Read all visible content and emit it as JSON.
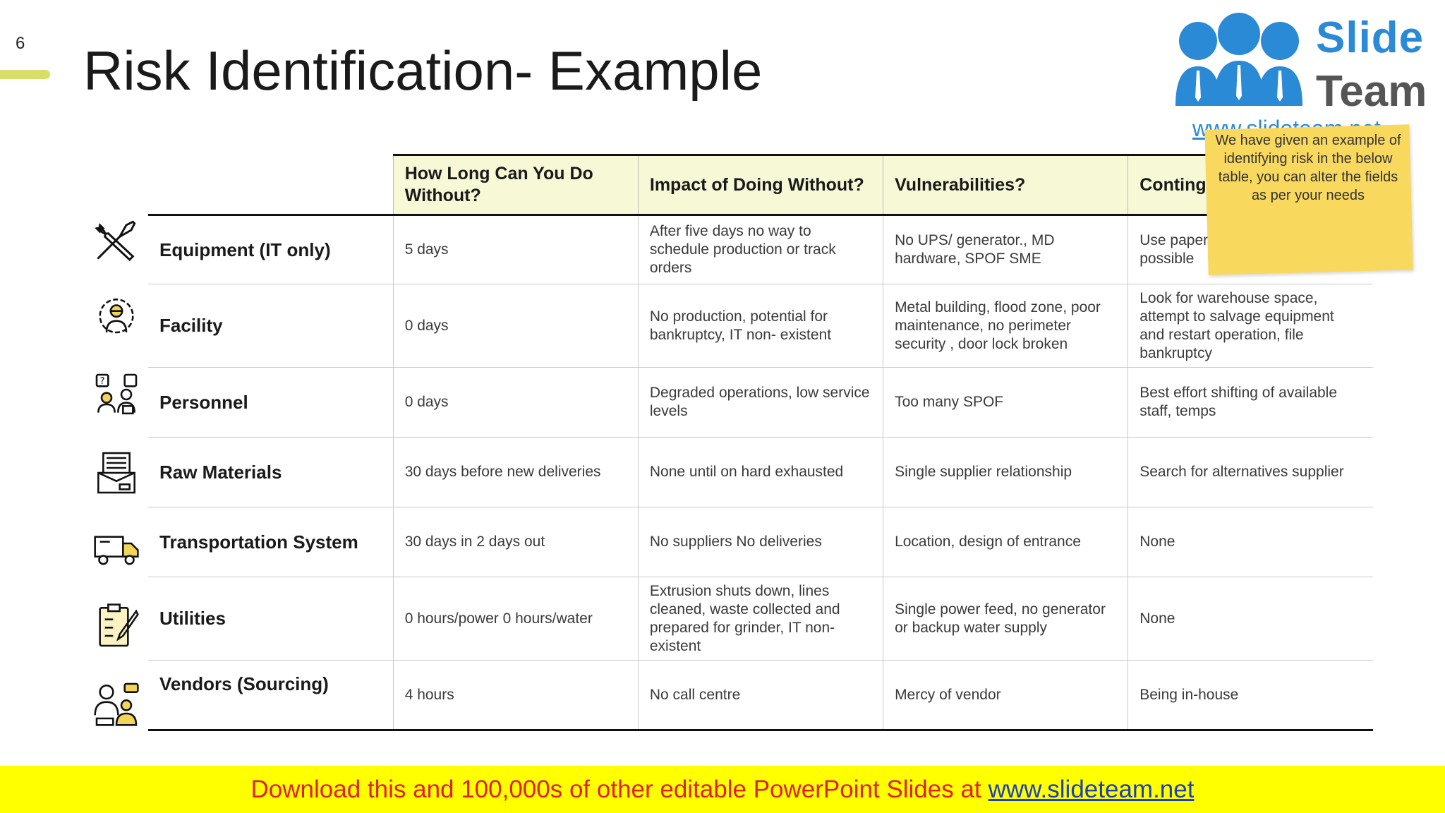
{
  "slide": {
    "number": "6",
    "title": "Risk Identification- Example"
  },
  "table": {
    "headers": [
      "",
      "How Long Can You Do Without?",
      "Impact of Doing Without?",
      "Vulnerabilities?",
      "Contingency disaster?"
    ],
    "rows": [
      {
        "icon": "tools-icon",
        "label": "Equipment (IT only)",
        "cells": [
          "5 days",
          "After five days no way to schedule production or track orders",
          "No UPS/ generator., MD hardware, SPOF SME",
          "Use paper r... go manual f... as possible"
        ]
      },
      {
        "icon": "factory-worker-gear-icon",
        "label": "Facility",
        "cells": [
          "0 days",
          "No production, potential for bankruptcy, IT non- existent",
          "Metal building, flood zone, poor maintenance, no perimeter security , door lock broken",
          "Look for warehouse space, attempt to salvage equipment and restart operation, file bankruptcy"
        ]
      },
      {
        "icon": "people-question-icon",
        "label": "Personnel",
        "cells": [
          "0 days",
          "Degraded operations, low service levels",
          "Too many SPOF",
          "Best effort shifting of available staff, temps"
        ]
      },
      {
        "icon": "raw-materials-box-icon",
        "label": "Raw Materials",
        "cells": [
          "30 days before new deliveries",
          "None until on hard exhausted",
          "Single supplier relationship",
          "Search for alternatives supplier"
        ]
      },
      {
        "icon": "truck-icon",
        "label": "Transportation System",
        "cells": [
          "30 days in 2 days out",
          "No suppliers No deliveries",
          "Location, design of entrance",
          "None"
        ]
      },
      {
        "icon": "clipboard-checklist-icon",
        "label": "Utilities",
        "cells": [
          "0 hours/power 0 hours/water",
          "Extrusion shuts down, lines cleaned, waste collected and prepared for grinder, IT non-existent",
          "Single power feed, no generator or backup water supply",
          "None"
        ]
      },
      {
        "icon": "vendor-people-icon",
        "label": "Vendors (Sourcing)",
        "cells": [
          "4 hours",
          "No call centre",
          "Mercy of vendor",
          "Being in-house"
        ]
      }
    ]
  },
  "note": {
    "text": "We have given an example of identifying risk in the below table, you can alter the fields as per your needs"
  },
  "logo": {
    "line1": "Slide",
    "line2": "Team",
    "url": "www.slideteam.net"
  },
  "footer": {
    "text": "Download this and 100,000s of other editable PowerPoint Slides at",
    "link": "www.slideteam.net"
  },
  "colors": {
    "accent": "#d7df6a",
    "header_fill": "#f7f8d6",
    "note": "#f9d85e",
    "footer_bg": "#ffff00",
    "footer_text": "#e02020",
    "logo_blue": "#2b8ad6"
  }
}
